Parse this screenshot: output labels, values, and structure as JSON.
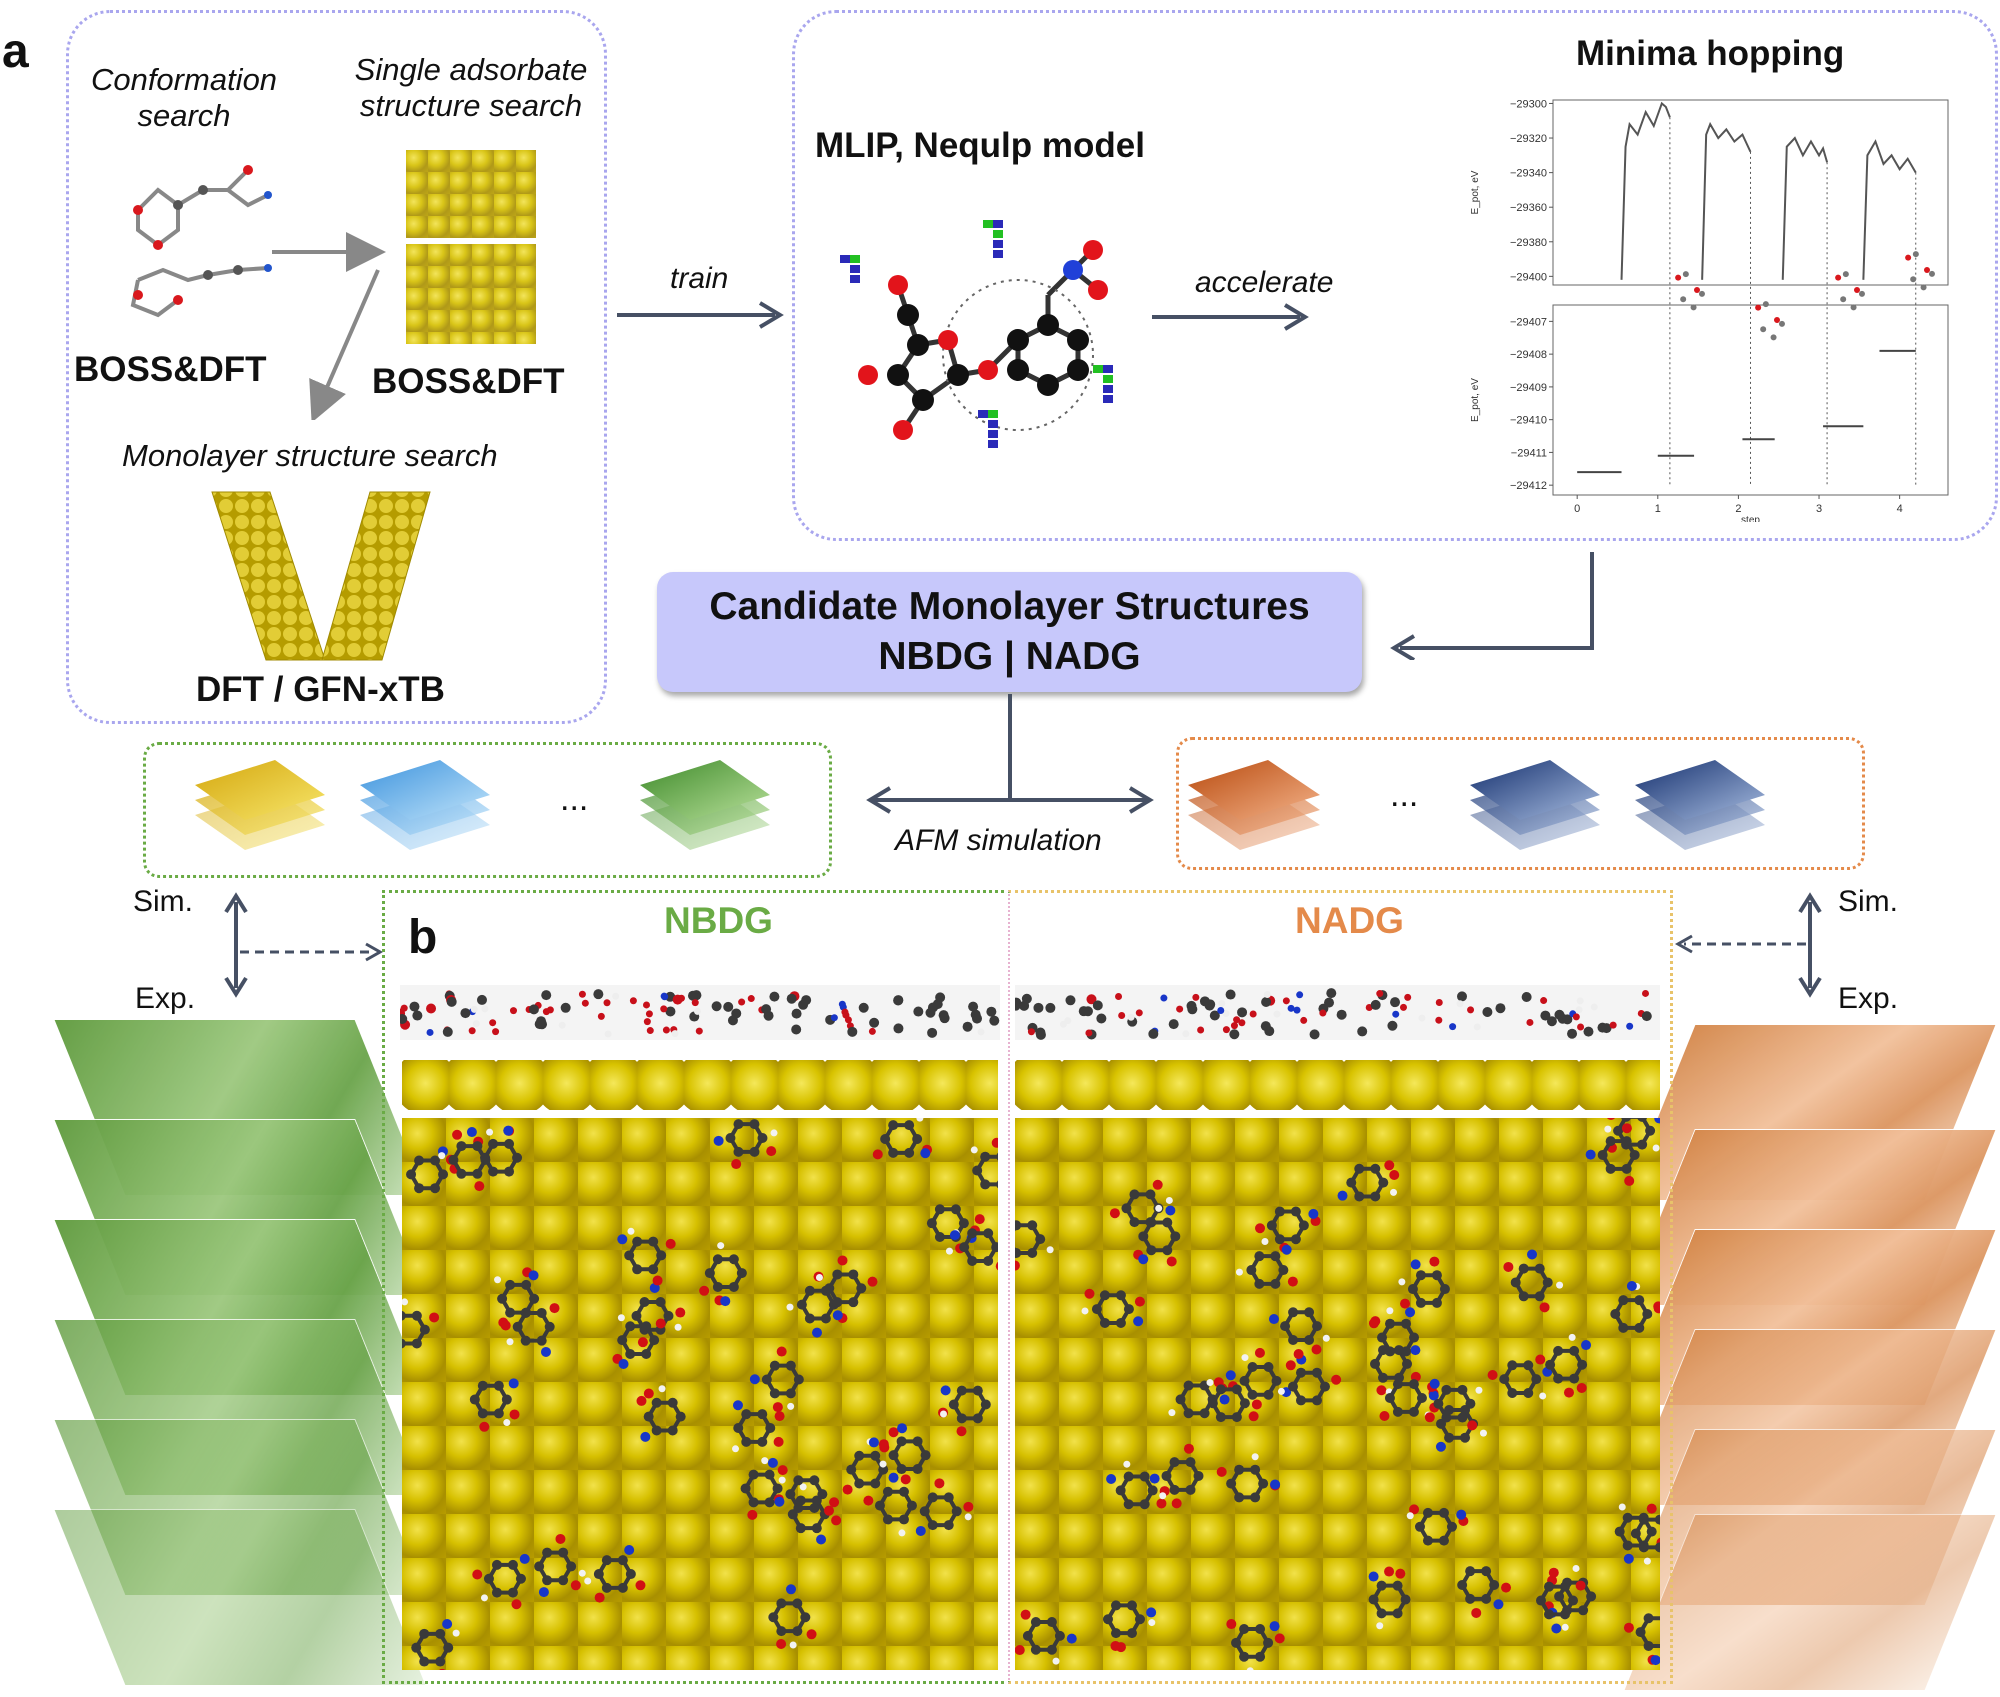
{
  "panel_a": {
    "letter": "a",
    "conformation_search": [
      "Conformation",
      "search"
    ],
    "single_adsorbate": [
      "Single adsorbate",
      "structure search"
    ],
    "boss_dft_left": "BOSS&DFT",
    "boss_dft_right": "BOSS&DFT",
    "monolayer_search": "Monolayer structure search",
    "dft_gfn": "DFT / GFN-xTB",
    "train": "train",
    "mlip_model": "MLIP, Nequlp model",
    "accelerate": "accelerate",
    "minima_hopping": "Minima hopping",
    "candidate_title": "Candidate Monolayer Structures",
    "candidate_sub": "NBDG | NADG",
    "afm_simulation": "AFM simulation",
    "ellipsis_left": "...",
    "ellipsis_right": "..."
  },
  "side_labels": {
    "sim_left": "Sim.",
    "exp_left": "Exp.",
    "sim_right": "Sim.",
    "exp_right": "Exp."
  },
  "panel_b": {
    "letter": "b",
    "nbdg": "NBDG",
    "nadg": "NADG"
  },
  "colors": {
    "nbdg_green": "#6aab45",
    "nadg_orange": "#e48a4a",
    "candidate_fill": "#c7c8fb",
    "arrow_dark": "#465064",
    "dotted_purple": "#a9a6ee"
  },
  "chart_data": {
    "type": "line",
    "title": "Minima hopping",
    "xlabel": "step",
    "ylabel_top": "E_pot, eV",
    "ylabel_bottom": "E_pot, eV",
    "x_ticks": [
      "0",
      "1",
      "2",
      "3",
      "4"
    ],
    "y_ticks_top": [
      "-29300",
      "-29320",
      "-29340",
      "-29360",
      "-29380",
      "-29400"
    ],
    "y_ticks_bottom": [
      "-29407",
      "-29408",
      "-29409",
      "-29410",
      "-29411",
      "-29412"
    ],
    "xlim": [
      -0.3,
      4.6
    ],
    "ylim_top": [
      -29405,
      -29298
    ],
    "ylim_bottom": [
      -29412.3,
      -29406.5
    ],
    "top_series": [
      {
        "x": [
          0.55,
          0.6,
          0.65,
          0.75,
          0.85,
          0.95,
          1.05,
          1.1,
          1.15
        ],
        "y": [
          -29402,
          -29325,
          -29312,
          -29318,
          -29305,
          -29313,
          -29300,
          -29302,
          -29308
        ]
      },
      {
        "x": [
          1.55,
          1.6,
          1.65,
          1.75,
          1.85,
          1.95,
          2.05,
          2.15
        ],
        "y": [
          -29402,
          -29318,
          -29312,
          -29320,
          -29315,
          -29322,
          -29318,
          -29328
        ]
      },
      {
        "x": [
          2.55,
          2.6,
          2.7,
          2.8,
          2.9,
          3.0,
          3.05,
          3.1
        ],
        "y": [
          -29402,
          -29325,
          -29320,
          -29330,
          -29322,
          -29330,
          -29326,
          -29334
        ]
      },
      {
        "x": [
          3.55,
          3.6,
          3.7,
          3.8,
          3.9,
          4.0,
          4.1,
          4.2
        ],
        "y": [
          -29402,
          -29330,
          -29322,
          -29335,
          -29330,
          -29338,
          -29332,
          -29340
        ]
      }
    ],
    "bottom_series": [
      {
        "x": [
          0.0,
          0.55
        ],
        "y": [
          -29411.6,
          -29411.6
        ]
      },
      {
        "x": [
          1.0,
          1.45
        ],
        "y": [
          -29411.1,
          -29411.1
        ]
      },
      {
        "x": [
          2.05,
          2.45
        ],
        "y": [
          -29410.6,
          -29410.6
        ]
      },
      {
        "x": [
          3.05,
          3.55
        ],
        "y": [
          -29410.2,
          -29410.2
        ]
      },
      {
        "x": [
          3.75,
          4.2
        ],
        "y": [
          -29407.9,
          -29407.9
        ]
      }
    ]
  }
}
